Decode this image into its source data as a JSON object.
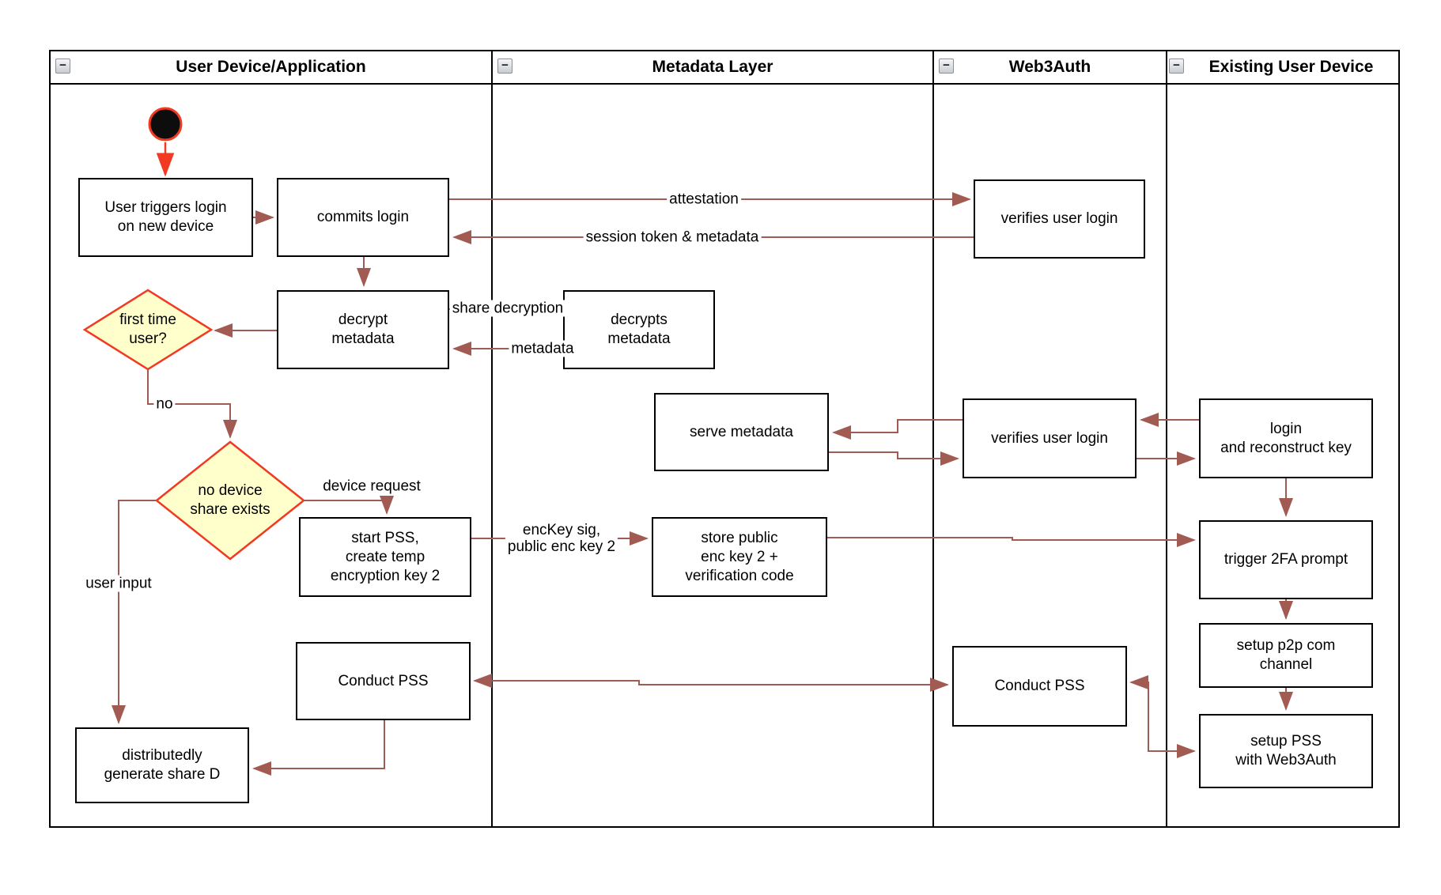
{
  "ui": {
    "collapse_glyph": "−"
  },
  "colors": {
    "arrow": "#a25b53",
    "accent_red": "#f13a21",
    "diamond_fill": "#ffffcc",
    "diamond_stroke": "#f13a21",
    "lane_border": "#000000"
  },
  "lanes": [
    {
      "label": "User Device/Application"
    },
    {
      "label": "Metadata Layer"
    },
    {
      "label": "Web3Auth"
    },
    {
      "label": "Existing User Device"
    }
  ],
  "nodes": {
    "start": {
      "type": "initial-state"
    },
    "user_triggers": {
      "label": "User triggers login\non new device"
    },
    "commits_login": {
      "label": "commits login"
    },
    "verifies_login_1": {
      "label": "verifies user login"
    },
    "decrypt_metadata": {
      "label": "decrypt\nmetadata"
    },
    "decrypts_metadata": {
      "label": "decrypts\nmetadata"
    },
    "first_time_user": {
      "label": "first time\nuser?"
    },
    "serve_metadata": {
      "label": "serve metadata"
    },
    "verifies_login_2": {
      "label": "verifies user login"
    },
    "login_reconstruct": {
      "label": "login\nand reconstruct key"
    },
    "no_device_share": {
      "label": "no device\nshare exists"
    },
    "start_pss": {
      "label": "start PSS,\ncreate temp\nencryption key 2"
    },
    "store_public": {
      "label": "store public\nenc key 2 +\nverification code"
    },
    "trigger_2fa": {
      "label": "trigger 2FA prompt"
    },
    "setup_p2p": {
      "label": "setup p2p com\nchannel"
    },
    "conduct_pss_left": {
      "label": "Conduct PSS"
    },
    "conduct_pss_right": {
      "label": "Conduct PSS"
    },
    "setup_pss": {
      "label": "setup PSS\nwith Web3Auth"
    },
    "distributedly": {
      "label": "distributedly\ngenerate share D"
    }
  },
  "edge_labels": {
    "attestation": "attestation",
    "session_token": "session token & metadata",
    "share_decryption": "share decryption",
    "metadata": "metadata",
    "no": "no",
    "device_request": "device request",
    "enckey": "encKey sig,\npublic enc key 2",
    "user_input": "user input"
  }
}
